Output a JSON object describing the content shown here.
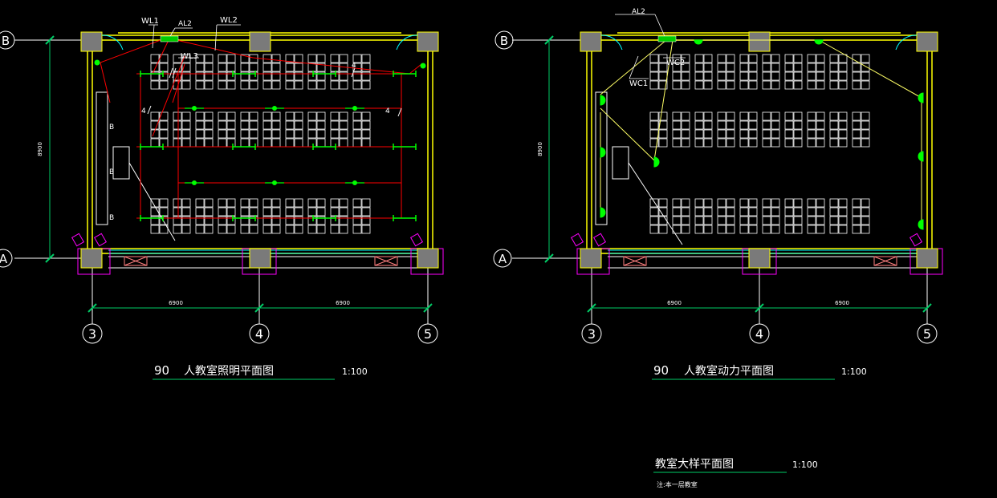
{
  "plans": [
    {
      "id": "lighting",
      "title_number": "90",
      "title": "人教室照明平面图",
      "scale": "1:100",
      "axis_b": "B",
      "axis_a": "A",
      "axis_3": "3",
      "axis_4": "4",
      "axis_5": "5",
      "dim_vertical": "8900",
      "dim_left": "6900",
      "dim_right": "6900",
      "panel": "AL2",
      "circuits": [
        "WL1",
        "WL2",
        "WL3"
      ],
      "wire_count": "4",
      "board_label": "B"
    },
    {
      "id": "power",
      "title_number": "90",
      "title": "人教室动力平面图",
      "scale": "1:100",
      "axis_b": "B",
      "axis_a": "A",
      "axis_3": "3",
      "axis_4": "4",
      "axis_5": "5",
      "dim_vertical": "8900",
      "dim_left": "6900",
      "dim_right": "6900",
      "panel": "AL2",
      "circuits": [
        "WC1",
        "WC2"
      ]
    }
  ],
  "sheet": {
    "title": "教室大样平面图",
    "scale": "1:100",
    "note": "注:本一层教室"
  },
  "colors": {
    "background": "#000000",
    "wall": "#ffff00",
    "column": "#808080",
    "wire_lighting": "#ff0000",
    "fixture": "#00ff00",
    "dimension": "#00cc66",
    "door": "#00ffff",
    "window": "#ff00ff",
    "desk": "#ffffff",
    "text": "#ffffff"
  }
}
